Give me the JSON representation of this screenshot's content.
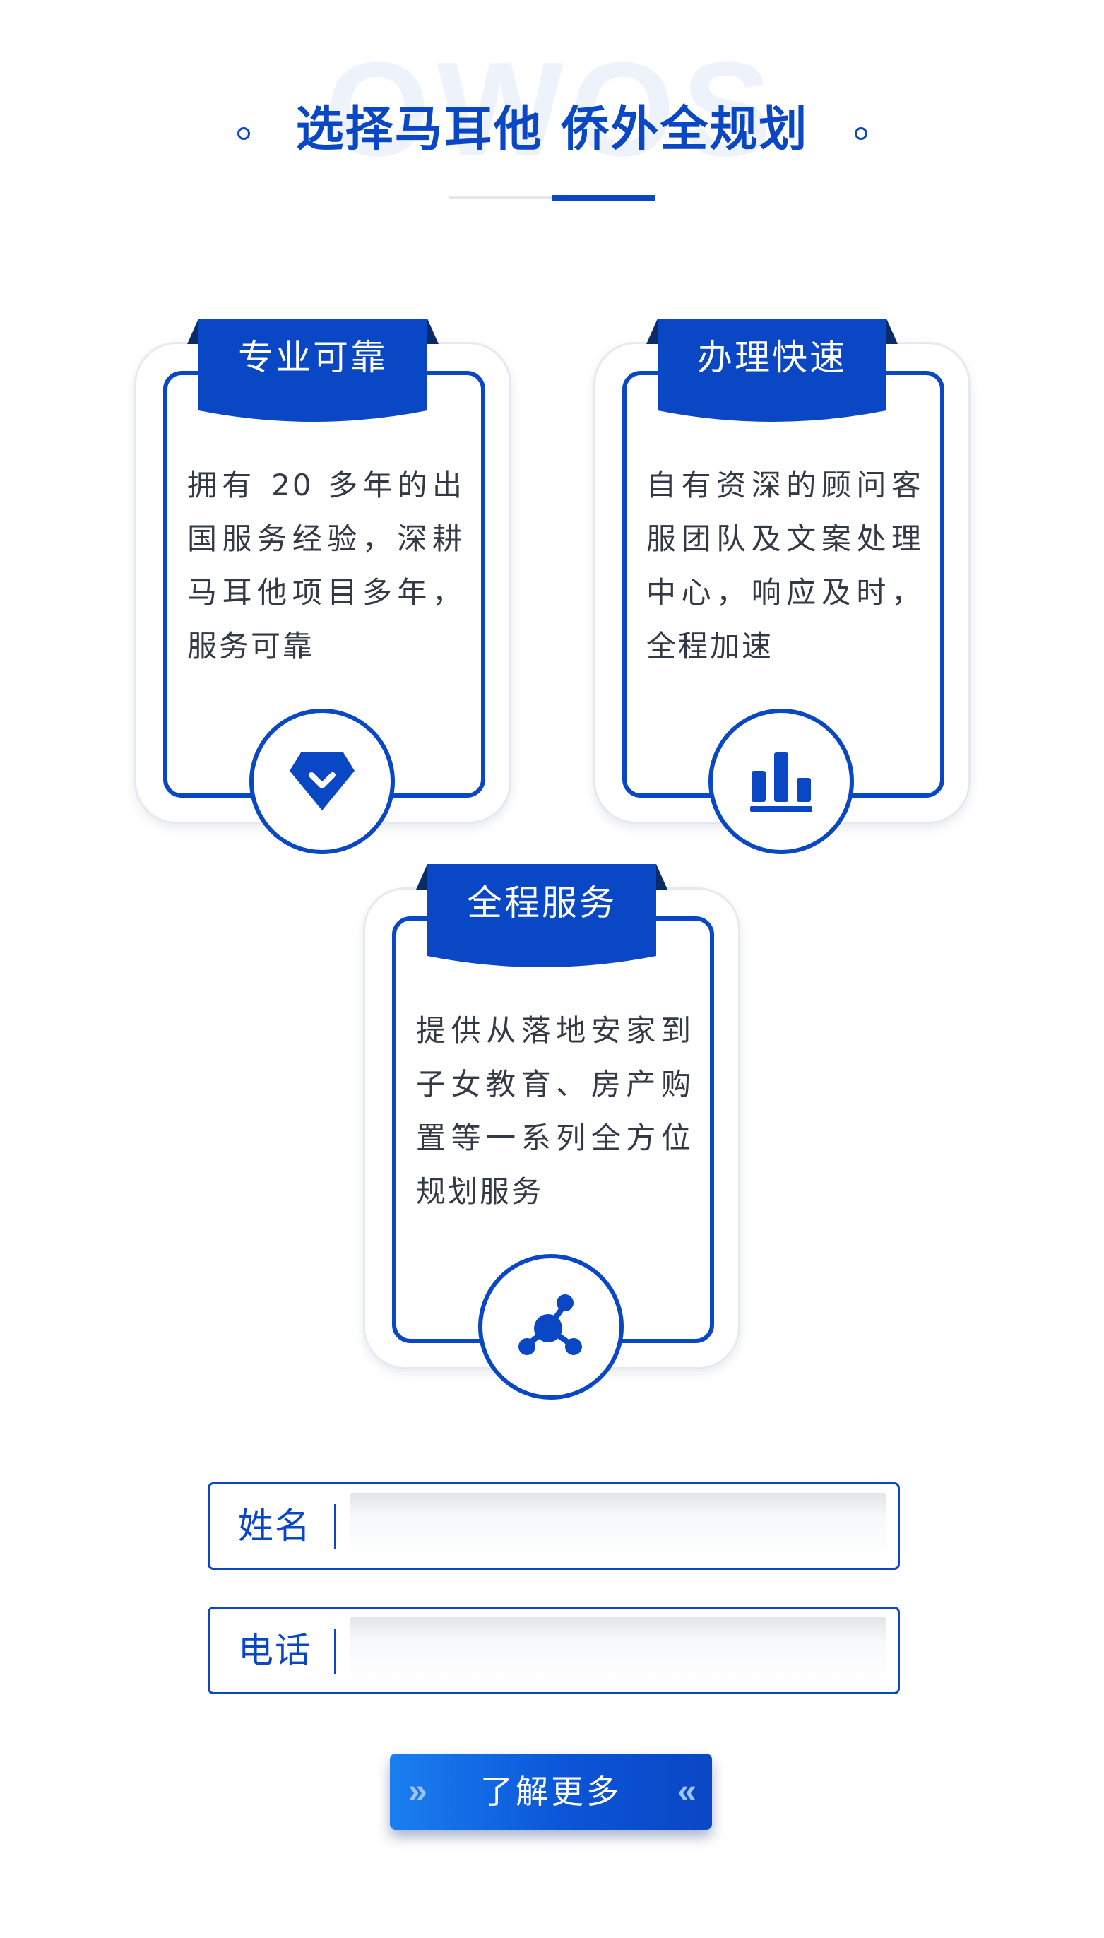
{
  "header": {
    "watermark": "OWOS",
    "title": "选择马耳他  侨外全规划"
  },
  "cards": [
    {
      "title": "专业可靠",
      "text": "拥有 20 多年的出国服务经验，深耕马耳他项目多年，服务可靠",
      "icon": "diamond-icon"
    },
    {
      "title": "办理快速",
      "text": "自有资深的顾问客服团队及文案处理中心，响应及时，全程加速",
      "icon": "bar-chart-icon"
    },
    {
      "title": "全程服务",
      "text": "提供从落地安家到子女教育、房产购置等一系列全方位规划服务",
      "icon": "network-icon"
    }
  ],
  "form": {
    "name_label": "姓名",
    "phone_label": "电话",
    "name_value": "",
    "phone_value": ""
  },
  "cta": {
    "label": "了解更多",
    "left_arrows": "»",
    "right_arrows": "«"
  },
  "colors": {
    "primary": "#0a47c4",
    "dark_fold": "#0b2b66",
    "text": "#333a45"
  }
}
